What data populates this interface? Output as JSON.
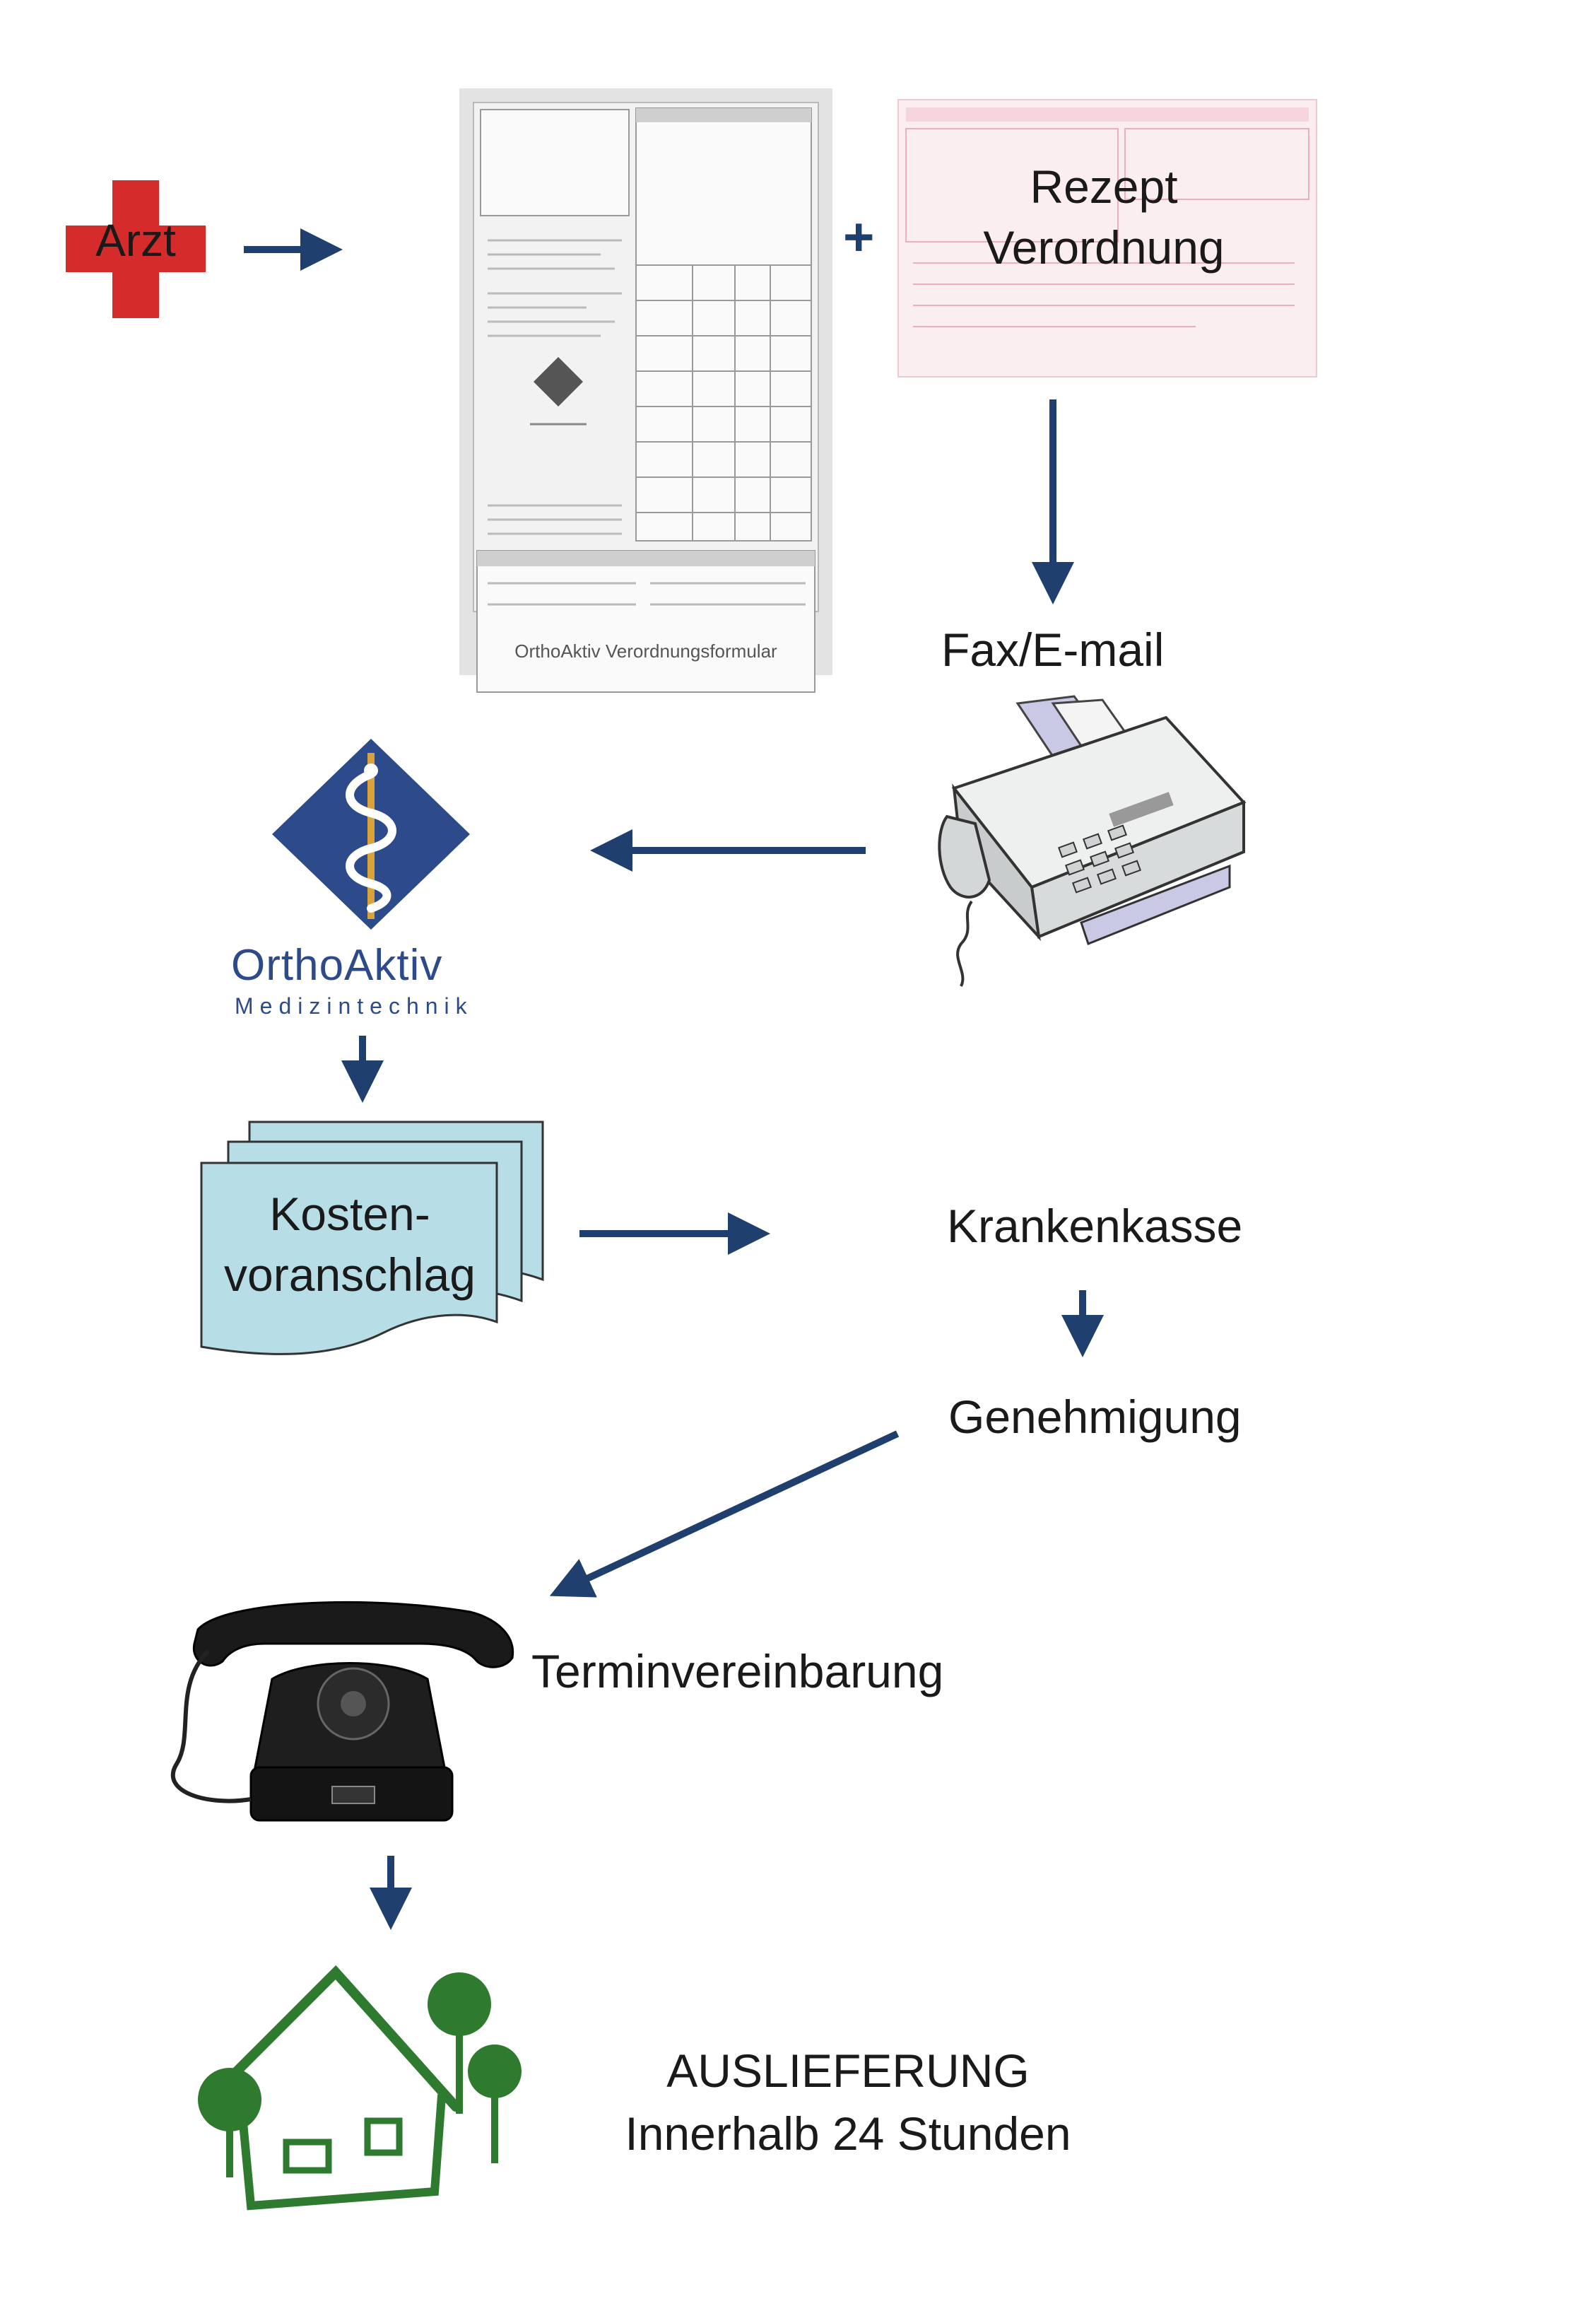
{
  "arzt": {
    "label": "Arzt"
  },
  "form": {
    "caption": "OrthoAktiv Verordnungsformular"
  },
  "plus": "+",
  "rezept": {
    "line1": "Rezept",
    "line2": "Verordnung"
  },
  "fax": {
    "label": "Fax/E-mail"
  },
  "logo": {
    "name": "OrthoAktiv",
    "sub": "Medizintechnik"
  },
  "kosten": {
    "line1": "Kosten-",
    "line2": "voranschlag"
  },
  "krankenkasse": "Krankenkasse",
  "genehmigung": "Genehmigung",
  "termin": "Terminvereinbarung",
  "auslieferung": {
    "line1": "AUSLIEFERUNG",
    "line2": "Innerhalb 24 Stunden"
  },
  "colors": {
    "arrow": "#1f3f6e",
    "cross": "#d62b2b",
    "logo_blue": "#2d4a8a",
    "document_fill": "#b7dde6",
    "prescription_pink": "#f6d6dc",
    "house_green": "#2e7a2e"
  }
}
